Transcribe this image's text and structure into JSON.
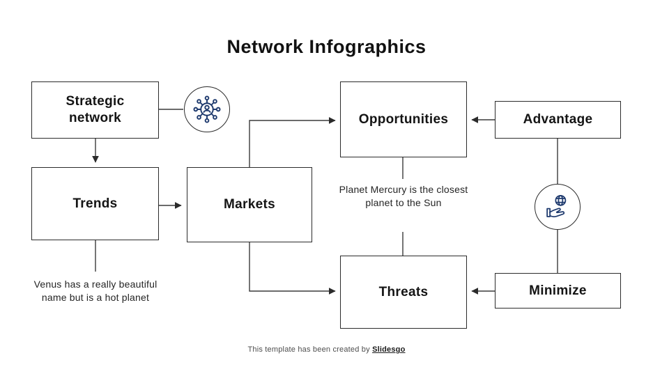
{
  "title": "Network Infographics",
  "colors": {
    "accent": "#1e3a6e",
    "line": "#3a3a3a",
    "box_border": "#2b2b2b"
  },
  "nodes": {
    "strategic": "Strategic network",
    "trends": "Trends",
    "markets": "Markets",
    "opportunities": "Opportunities",
    "advantage": "Advantage",
    "threats": "Threats",
    "minimize": "Minimize"
  },
  "notes": {
    "trends_note": "Venus has a really beautiful name but is a hot planet",
    "opportunities_note": "Planet Mercury is the closest planet to the Sun"
  },
  "icons": {
    "icon1": "network-user-icon",
    "icon2": "hand-globe-icon"
  },
  "footer": {
    "prefix": "This template has been created by ",
    "brand": "Slidesgo"
  }
}
